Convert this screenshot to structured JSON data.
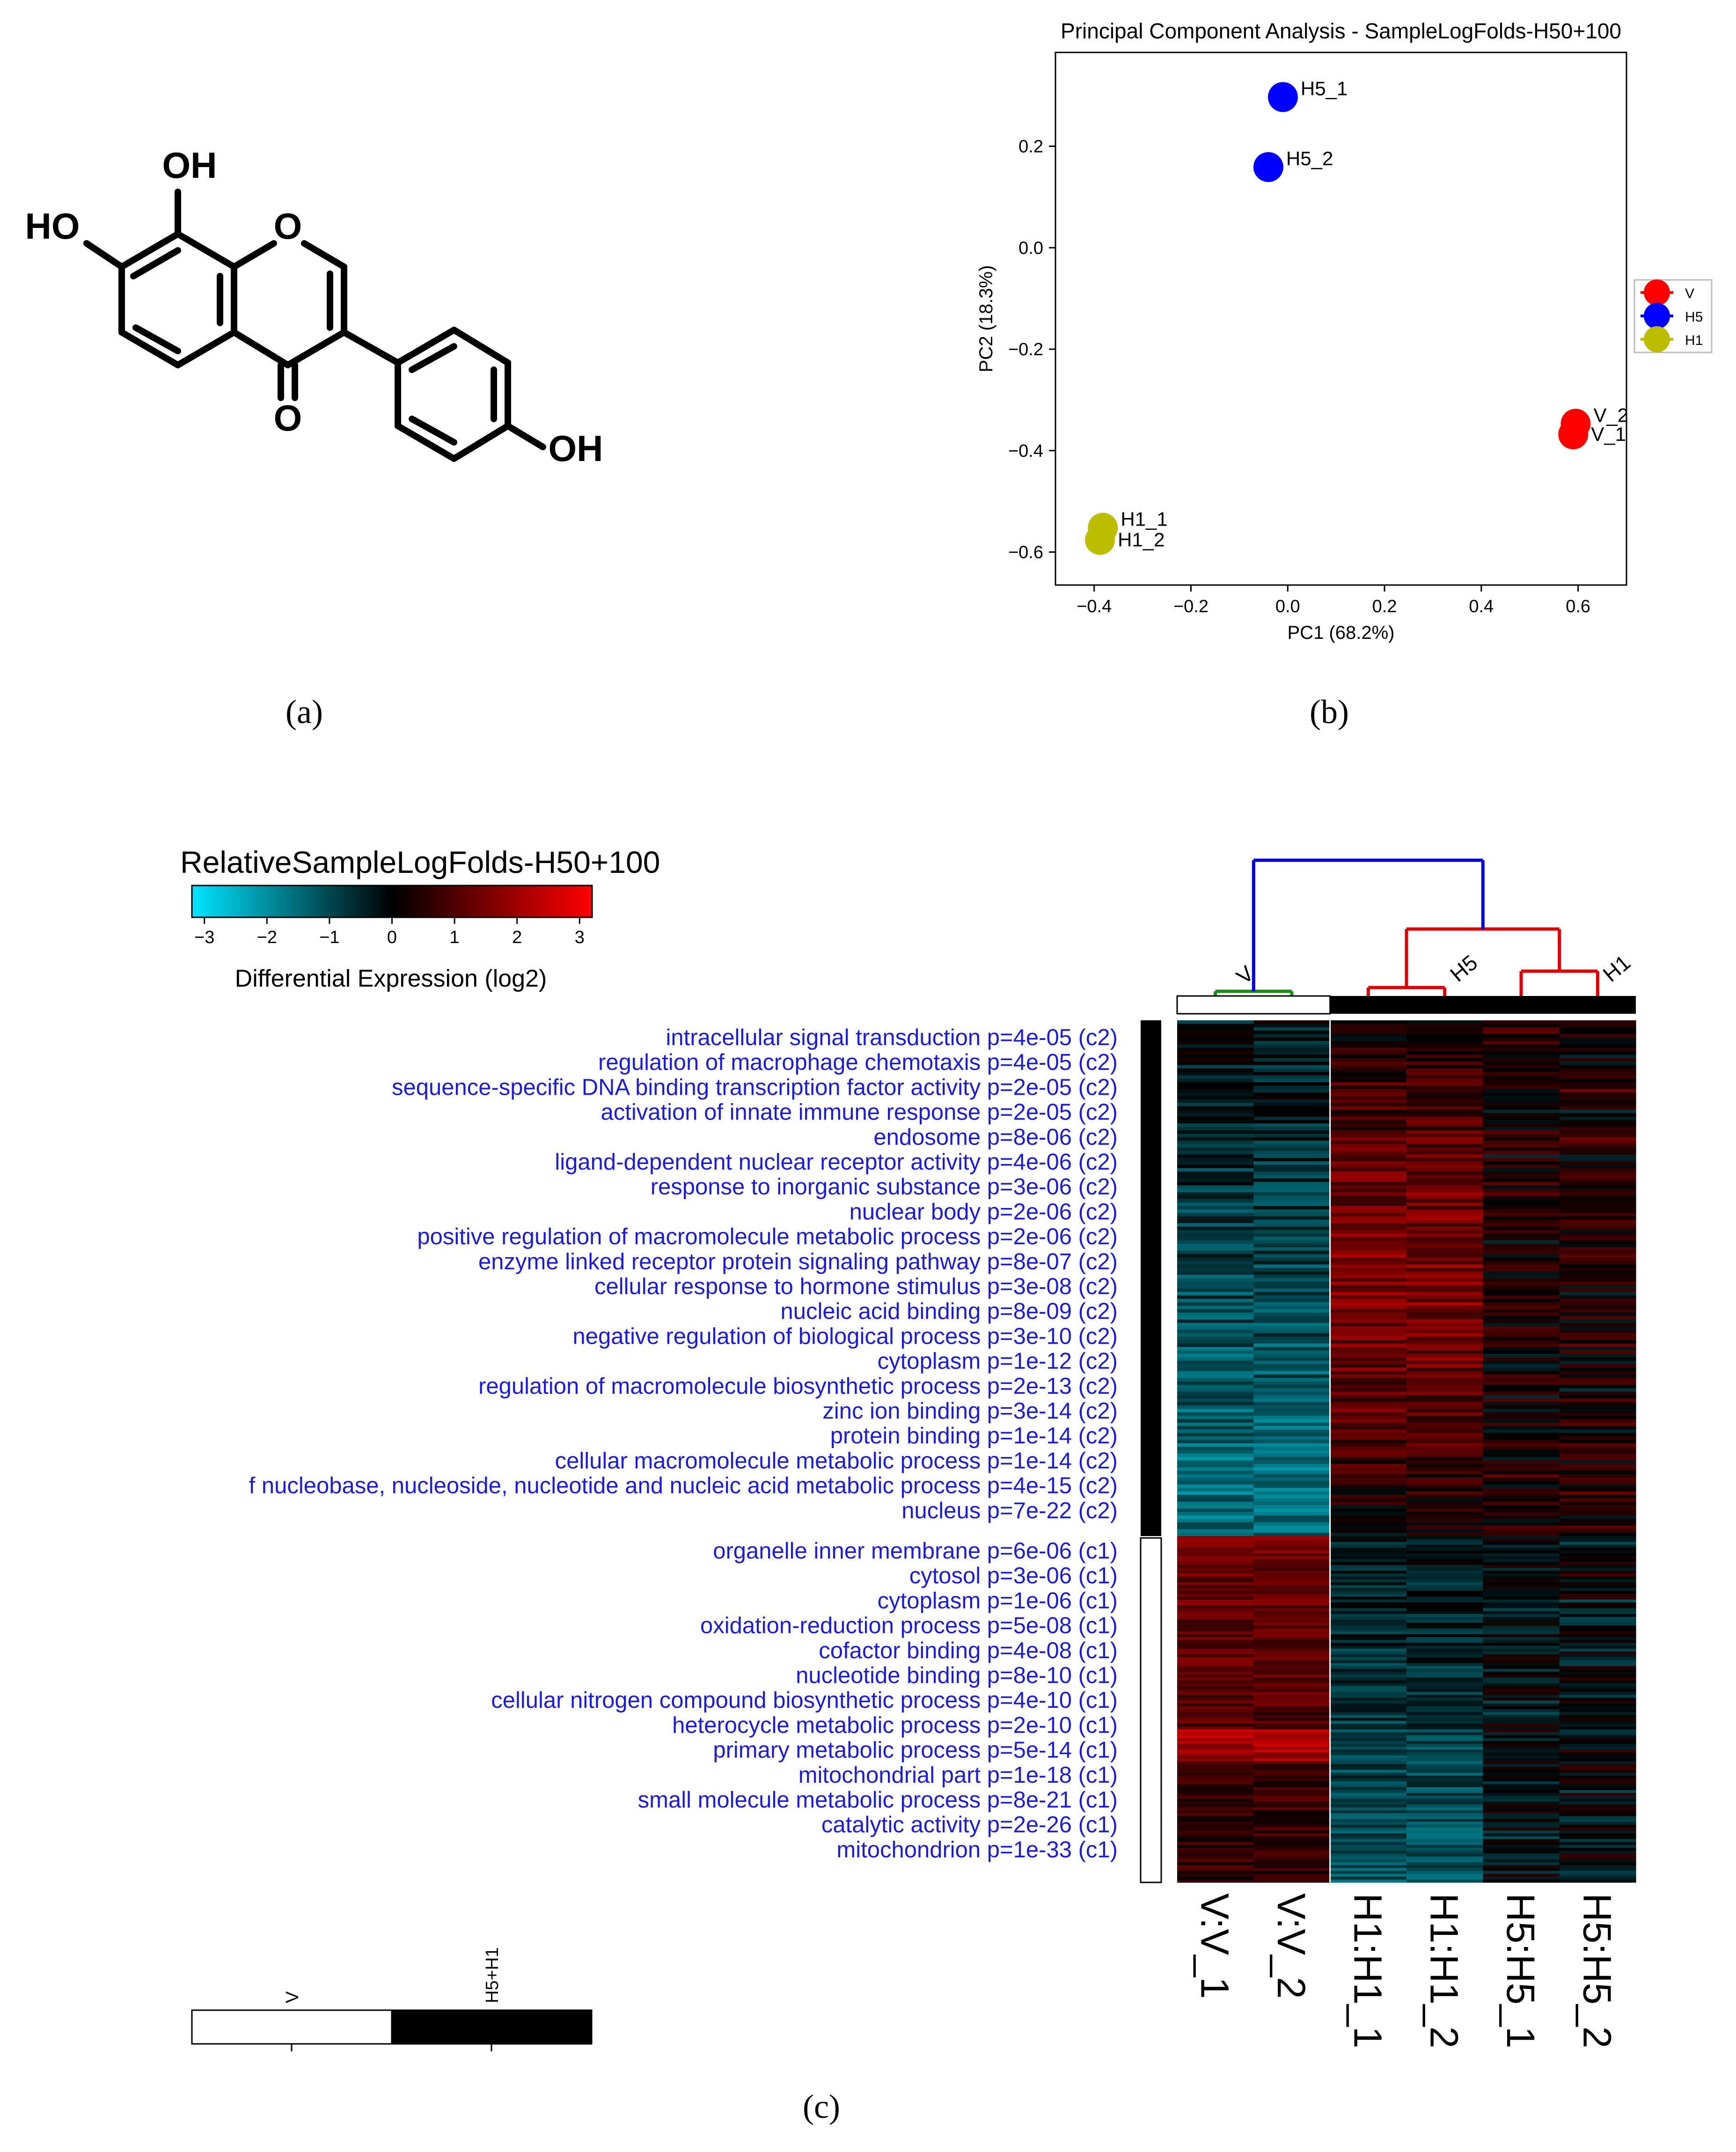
{
  "panel_labels": {
    "a": "(a)",
    "b": "(b)",
    "c": "(c)"
  },
  "molecule": {
    "labels": [
      "OH",
      "HO",
      "O",
      "O",
      "OH"
    ]
  },
  "colors": {
    "V": "#ff0000",
    "H5": "#0000ff",
    "H1": "#bdbd00",
    "term_text": "#1c1cd6",
    "dendro_blue": "#0000dd",
    "dendro_red": "#dd0000",
    "dendro_green": "#1a8a1a",
    "cmap_low": "#00e5ff",
    "cmap_mid": "#000000",
    "cmap_high": "#ff0000"
  },
  "chart_data": [
    {
      "type": "scatter",
      "title": "Principal Component Analysis - SampleLogFolds-H50+100",
      "xlabel": "PC1 (68.2%)",
      "ylabel": "PC2 (18.3%)",
      "xlim": [
        -0.48,
        0.7
      ],
      "ylim": [
        -0.665,
        0.385
      ],
      "xticks": [
        -0.4,
        -0.2,
        0.0,
        0.2,
        0.4,
        0.6
      ],
      "xtick_labels": [
        "−0.4",
        "−0.2",
        "0.0",
        "0.2",
        "0.4",
        "0.6"
      ],
      "yticks": [
        0.2,
        0.0,
        -0.2,
        -0.4,
        -0.6
      ],
      "ytick_labels": [
        "0.2",
        "0.0",
        "−0.2",
        "−0.4",
        "−0.6"
      ],
      "grid": false,
      "legend_position": "right",
      "series": [
        {
          "name": "V",
          "color": "#ff0000",
          "points": [
            {
              "label": "V_2",
              "x": 0.595,
              "y": -0.347
            },
            {
              "label": "V_1",
              "x": 0.59,
              "y": -0.368
            }
          ]
        },
        {
          "name": "H5",
          "color": "#0000ff",
          "points": [
            {
              "label": "H5_1",
              "x": -0.01,
              "y": 0.297
            },
            {
              "label": "H5_2",
              "x": -0.04,
              "y": 0.159
            }
          ]
        },
        {
          "name": "H1",
          "color": "#bdbd00",
          "points": [
            {
              "label": "H1_1",
              "x": -0.382,
              "y": -0.552
            },
            {
              "label": "H1_2",
              "x": -0.388,
              "y": -0.576
            }
          ]
        }
      ]
    },
    {
      "type": "heatmap",
      "title": "RelativeSampleLogFolds-H50+100",
      "colorbar": {
        "label": "Differential Expression (log2)",
        "range": [
          -3.2,
          3.2
        ],
        "ticks": [
          -3,
          -2,
          -1,
          0,
          1,
          2,
          3
        ],
        "tick_labels": [
          "−3",
          "−2",
          "−1",
          "0",
          "1",
          "2",
          "3"
        ]
      },
      "columns": [
        "V:V_1",
        "V:V_2",
        "H1:H1_1",
        "H1:H1_2",
        "H5:H5_1",
        "H5:H5_2"
      ],
      "dendrogram_labels": [
        "V",
        "H5",
        "H1"
      ],
      "group_legend": {
        "labels": [
          "V",
          "H5+H1"
        ],
        "colors": [
          "#ffffff",
          "#000000"
        ]
      },
      "clusters": [
        {
          "name": "c2",
          "terms": [
            "intracellular signal transduction p=4e-05 (c2)",
            "regulation of macrophage chemotaxis p=4e-05 (c2)",
            "sequence-specific DNA binding transcription factor activity p=2e-05 (c2)",
            "activation of innate immune response p=2e-05 (c2)",
            "endosome p=8e-06 (c2)",
            "ligand-dependent nuclear receptor activity p=4e-06 (c2)",
            "response to inorganic substance p=3e-06 (c2)",
            "nuclear body p=2e-06 (c2)",
            "positive regulation of macromolecule metabolic process p=2e-06 (c2)",
            "enzyme linked receptor protein signaling pathway p=8e-07 (c2)",
            "cellular response to hormone stimulus p=3e-08 (c2)",
            "nucleic acid binding p=8e-09 (c2)",
            "negative regulation of biological process p=3e-10 (c2)",
            "cytoplasm p=1e-12 (c2)",
            "regulation of macromolecule biosynthetic process p=2e-13 (c2)",
            "zinc ion binding p=3e-14 (c2)",
            "protein binding p=1e-14 (c2)",
            "cellular macromolecule metabolic process p=1e-14 (c2)",
            "f nucleobase, nucleoside, nucleotide and nucleic acid metabolic process p=4e-15 (c2)",
            "nucleus p=7e-22 (c2)"
          ]
        },
        {
          "name": "c1",
          "terms": [
            "organelle inner membrane p=6e-06 (c1)",
            "cytosol p=3e-06 (c1)",
            "cytoplasm p=1e-06 (c1)",
            "oxidation-reduction process p=5e-08 (c1)",
            "cofactor binding p=4e-08 (c1)",
            "nucleotide binding p=8e-10 (c1)",
            "cellular nitrogen compound biosynthetic process p=4e-10 (c1)",
            "heterocycle metabolic process p=2e-10 (c1)",
            "primary metabolic process p=5e-14 (c1)",
            "mitochondrial part p=1e-18 (c1)",
            "small molecule metabolic process p=8e-21 (c1)",
            "catalytic activity p=2e-26 (c1)",
            "mitochondrion p=1e-33 (c1)"
          ]
        }
      ],
      "mean_values_approx": {
        "c2": [
          -0.7,
          -0.7,
          0.6,
          0.6,
          0.3,
          0.3
        ],
        "c1": [
          0.8,
          0.8,
          -0.6,
          -0.6,
          -0.1,
          -0.1
        ]
      }
    }
  ]
}
